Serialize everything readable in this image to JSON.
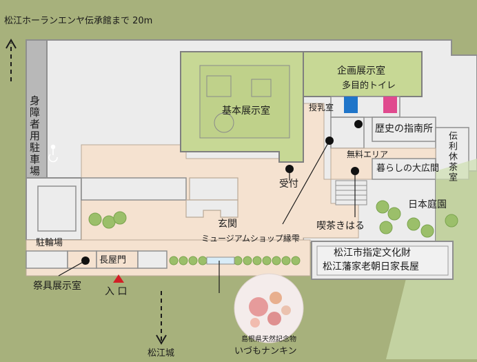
{
  "top_note": "松江ホーランエンヤ伝承館まで 20m",
  "rooms": {
    "kikaku": "企画展示室",
    "kihon": "基本展示室",
    "tamokuteki": "多目的トイレ",
    "junyu": "授乳室",
    "rekishi": "歴史の指南所",
    "denri": "伝利休茶室",
    "muryo": "無料エリア",
    "kurashi": "暮らしの大広間",
    "uketsuke": "受付",
    "nihonteien": "日本庭園",
    "kissa": "喫茶きはる",
    "genkan": "玄関",
    "shop": "ミュージアムショップ縁雫",
    "bunkazai_line1": "松江市指定文化財",
    "bunkazai_line2": "松江藩家老朝日家長屋",
    "churinjo": "駐輪場",
    "nagayamon": "長屋門",
    "saigu": "祭具展示室",
    "iriguchi": "入 口",
    "shogaisha": "身障者用駐車場",
    "matsuecastle": "松江城",
    "plant_line1": "島根県天然記念物",
    "plant_line2": "いづもナンキン"
  },
  "colors": {
    "ground": "#a7b17c",
    "walkway": "#f5e2d0",
    "exhibit": "#c7d895",
    "building": "#ececec",
    "wall": "#8e8e8e",
    "parking": "#b5b5b5",
    "entrance_marker": "#d21f26",
    "restroom_male": "#1f75c9",
    "restroom_female": "#e04a8e"
  }
}
